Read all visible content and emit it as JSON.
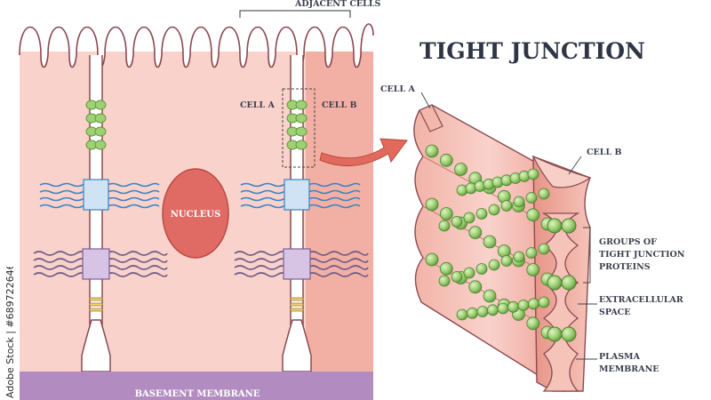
{
  "title": "TIGHT JUNCTION",
  "labels": {
    "adjacent_cells": "ADJACENT CELLS",
    "cell_a": "CELL A",
    "cell_b": "CELL B",
    "nucleus": "NUCLEUS",
    "basement_membrane": "BASEMENT MEMBRANE",
    "detail_cell_a": "CELL A",
    "detail_cell_b": "CELL B",
    "groups_line1": "GROUPS OF",
    "groups_line2": "TIGHT JUNCTION",
    "groups_line3": "PROTEINS",
    "extracellular_line1": "EXTRACELLULAR",
    "extracellular_line2": "SPACE",
    "plasma_line1": "PLASMA",
    "plasma_line2": "MEMBRANE"
  },
  "watermark": "Adobe Stock | #689722646",
  "colors": {
    "cell_fill": "#f9d2cb",
    "cell_dark": "#f0a99d",
    "outline": "#8a4a52",
    "protein": "#9fd174",
    "protein_dark": "#5f9a3e",
    "desmosome_blue": "#3b83c4",
    "membrane_purple": "#b28cc0",
    "nucleus": "#e06a64",
    "arrow": "#e26a5c",
    "text": "#3a3f4c"
  }
}
